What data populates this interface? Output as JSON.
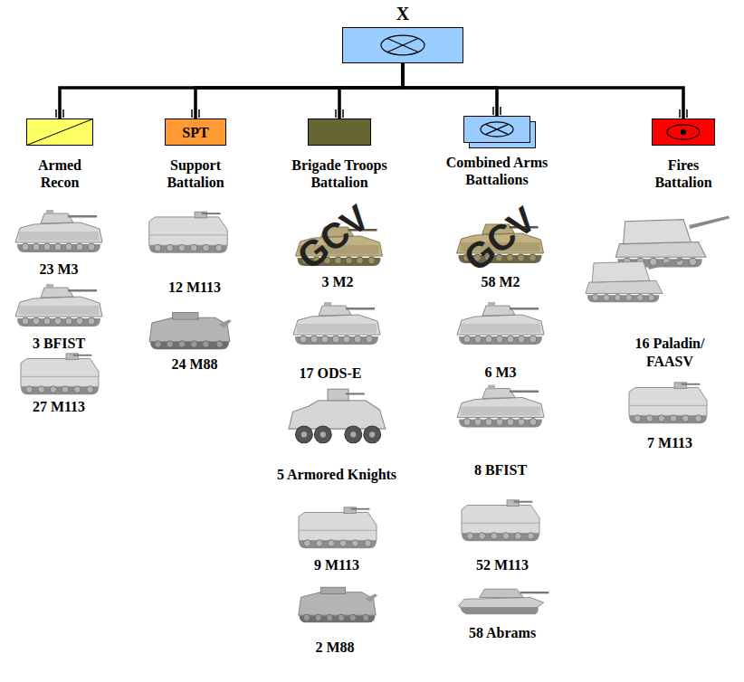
{
  "diagram": {
    "nodes": [
      {
        "text": [
          "X"
        ]
      },
      {
        "text": [
          "Armed Recon"
        ]
      },
      {
        "text": [
          "SPT",
          "Support Battalion"
        ]
      },
      {
        "text": [
          "Brigade Troops Battalion"
        ]
      },
      {
        "text": [
          "Combined Arms Battalions"
        ]
      },
      {
        "text": [
          "Fires Battalion"
        ]
      }
    ],
    "edges": [
      {
        "from": 0,
        "to": 1,
        "arrow": "none"
      },
      {
        "from": 0,
        "to": 2,
        "arrow": "none"
      },
      {
        "from": 0,
        "to": 3,
        "arrow": "none"
      },
      {
        "from": 0,
        "to": 4,
        "arrow": "none"
      },
      {
        "from": 0,
        "to": 5,
        "arrow": "none"
      }
    ],
    "labels": [
      "23 M3",
      "3 BFIST",
      "27 M113",
      "12 M113",
      "24 M88",
      "GCV",
      "3 M2",
      "17 ODS-E",
      "5 Armored Knights",
      "9 M113",
      "2 M88",
      "GCV",
      "58 M2",
      "6 M3",
      "8 BFIST",
      "52 M113",
      "58 Abrams",
      "16 Paladin/ FAASV",
      "7 M113"
    ]
  }
}
